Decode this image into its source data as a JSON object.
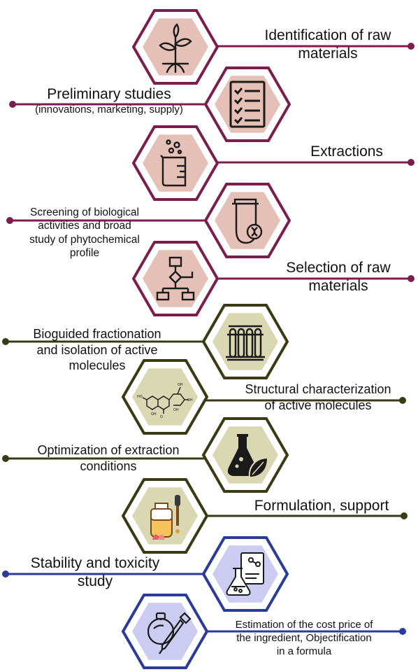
{
  "colors": {
    "maroon": "#7b1e4e",
    "maroon_fill": "#e5c0b6",
    "olive": "#3a3a14",
    "olive_fill": "#d9d8b2",
    "navy": "#2b3b9a",
    "navy_fill": "#ccccf2"
  },
  "steps": [
    {
      "id": "identification-of-raw-materials",
      "lines": [
        "Identification of raw",
        "materials"
      ],
      "icon": "plant-sprout-icon",
      "color": "maroon"
    },
    {
      "id": "preliminary-studies",
      "lines": [
        "Preliminary studies",
        "(innovations, marketing, supply)"
      ],
      "icon": "checklist-icon",
      "color": "maroon"
    },
    {
      "id": "extractions",
      "lines": [
        "Extractions"
      ],
      "icon": "beaker-bubbles-icon",
      "color": "maroon"
    },
    {
      "id": "screening-biological-activities",
      "lines": [
        "Screening of biological",
        "activities and broad",
        "study of phytochemical",
        "profile"
      ],
      "icon": "test-tube-dna-icon",
      "color": "maroon"
    },
    {
      "id": "selection-of-raw-materials",
      "lines": [
        "Selection of raw",
        "materials"
      ],
      "icon": "flowchart-icon",
      "color": "maroon"
    },
    {
      "id": "bioguided-fractionation",
      "lines": [
        "Bioguided fractionation",
        "and isolation of active",
        "molecules"
      ],
      "icon": "test-tube-rack-icon",
      "color": "olive"
    },
    {
      "id": "structural-characterization",
      "lines": [
        "Structural characterization",
        "of active molecules"
      ],
      "icon": "molecule-structure-icon",
      "color": "olive"
    },
    {
      "id": "optimization-extraction-conditions",
      "lines": [
        "Optimization of extraction",
        "conditions"
      ],
      "icon": "flask-leaf-icon",
      "color": "olive"
    },
    {
      "id": "formulation-support",
      "lines": [
        "Formulation, support"
      ],
      "icon": "dropper-bottle-icon",
      "color": "olive"
    },
    {
      "id": "stability-toxicity-study",
      "lines": [
        "Stability and toxicity",
        "study"
      ],
      "icon": "flask-report-icon",
      "color": "navy"
    },
    {
      "id": "estimation-cost-price",
      "lines": [
        "Estimation of the cost price of",
        "the ingredient, Objectification",
        "in a formula"
      ],
      "icon": "perfume-dropper-icon",
      "color": "navy"
    }
  ]
}
